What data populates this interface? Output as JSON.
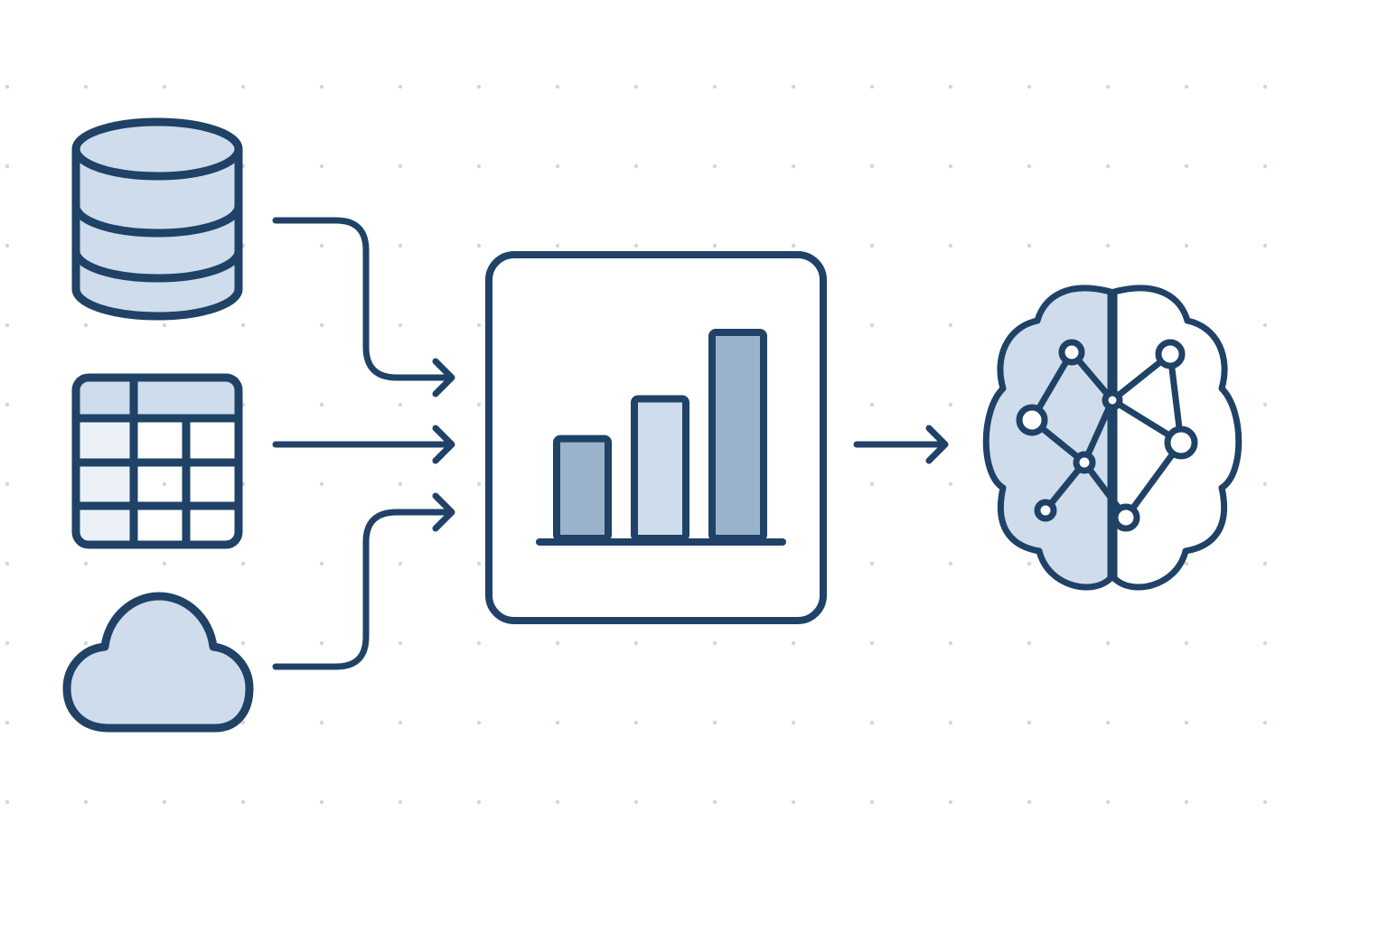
{
  "colors": {
    "background": "#ffffff",
    "stroke": "#1f4266",
    "fill_light": "#cfdceb",
    "fill_mid": "#9ab3cb",
    "fill_pale": "#ebf1f7",
    "grid_dot": "#d2d6dc"
  },
  "diagram": {
    "nodes": [
      {
        "id": "database",
        "icon": "database-icon",
        "role": "source"
      },
      {
        "id": "table",
        "icon": "table-icon",
        "role": "source"
      },
      {
        "id": "cloud",
        "icon": "cloud-icon",
        "role": "source"
      },
      {
        "id": "analytics",
        "icon": "bar-chart-icon",
        "role": "processing"
      },
      {
        "id": "ai",
        "icon": "brain-network-icon",
        "role": "output"
      }
    ],
    "edges": [
      {
        "from": "database",
        "to": "analytics"
      },
      {
        "from": "table",
        "to": "analytics"
      },
      {
        "from": "cloud",
        "to": "analytics"
      },
      {
        "from": "analytics",
        "to": "ai"
      }
    ],
    "bar_chart": {
      "values": [
        3,
        4.2,
        6.2
      ]
    }
  }
}
